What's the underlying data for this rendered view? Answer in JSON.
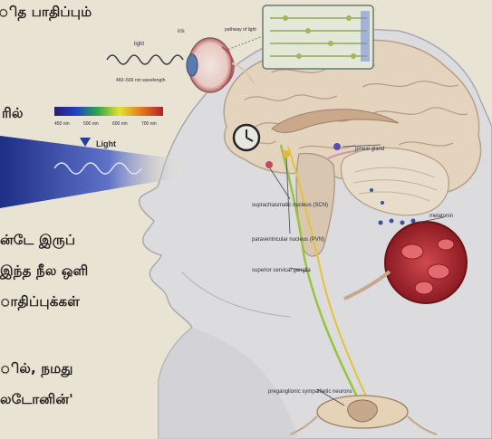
{
  "article_text": {
    "line1": "ித பாதிப்பும்",
    "line2": "ரில்",
    "line3": "ன்டே இருப்",
    "line4": "இந்த நீல ஒளி",
    "line5": "ாதிப்புக்கள்",
    "line6": "ில், நமது",
    "line7": "லடோனின்'"
  },
  "labels": {
    "light_wave": "light",
    "wavelength": "460–500 nm wavelength",
    "iris": "iris",
    "pathway": "pathway of light",
    "spectrum_450": "450 nm",
    "spectrum_500": "500 nm",
    "spectrum_600": "600 nm",
    "spectrum_700": "700 nm",
    "light_arrow": "Light",
    "pineal": "pineal gland",
    "melatonin": "melatonin",
    "scn": "suprachiasmatic nucleus (SCN)",
    "pvn": "paraventricular nucleus (PVN)",
    "scg": "superior cervical ganglia",
    "preganglionic": "preganglionic sympathetic neurons"
  },
  "colors": {
    "paper": "#e9e3d3",
    "brain": "#e4d3bd",
    "brain_outline": "#b5a08c",
    "skin": "#dcdcde",
    "blood_vessel": "#b5262c",
    "nerve_green": "#9cc23c"
  }
}
